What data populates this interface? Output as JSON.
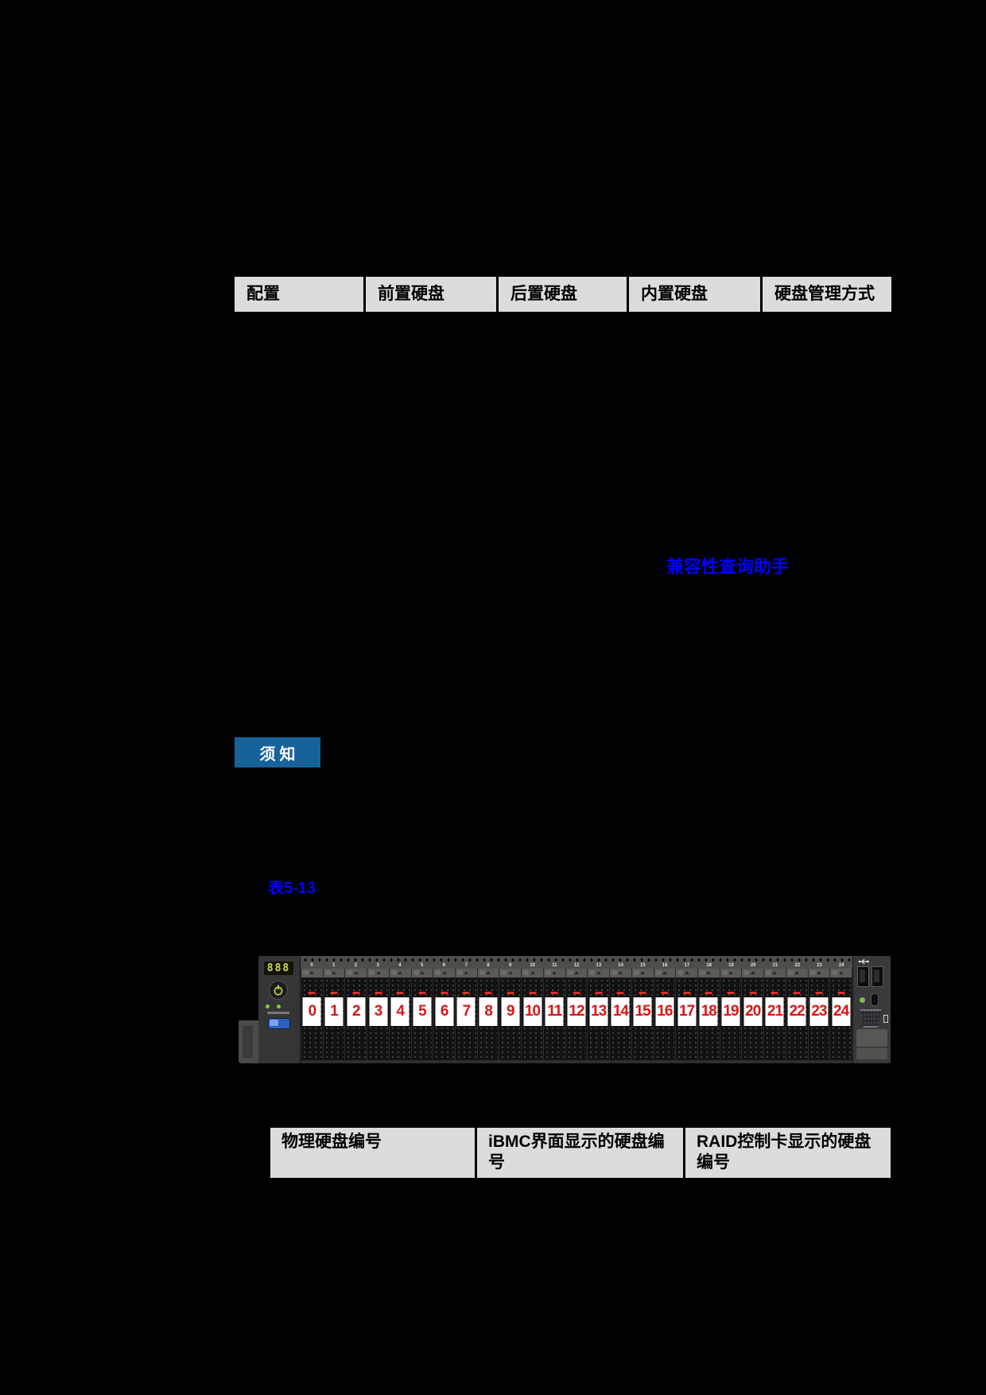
{
  "colors": {
    "page_background": "#000000",
    "link_blue": "#0000FF",
    "notice_badge_bg": "#17629B",
    "table_header_gray": "#DCDCDC",
    "drive_number_red": "#DE1414",
    "power_led_green": "#8CC63F"
  },
  "top_table": {
    "headers": [
      "配置",
      "前置硬盘",
      "后置硬盘",
      "内置硬盘",
      "硬盘管理方式"
    ]
  },
  "compatibility_link": {
    "label": "兼容性查询助手"
  },
  "notice_badge": {
    "label": "须知"
  },
  "table_ref": {
    "label": "表5-13"
  },
  "server_panel": {
    "seven_segment_display": "888",
    "drive_numbers": [
      "0",
      "1",
      "2",
      "3",
      "4",
      "5",
      "6",
      "7",
      "8",
      "9",
      "10",
      "11",
      "12",
      "13",
      "14",
      "15",
      "16",
      "17",
      "18",
      "19",
      "20",
      "21",
      "22",
      "23",
      "24"
    ]
  },
  "bottom_table": {
    "headers": [
      "物理硬盘编号",
      "iBMC界面显示的硬盘编号",
      "RAID控制卡显示的硬盘编号"
    ]
  }
}
